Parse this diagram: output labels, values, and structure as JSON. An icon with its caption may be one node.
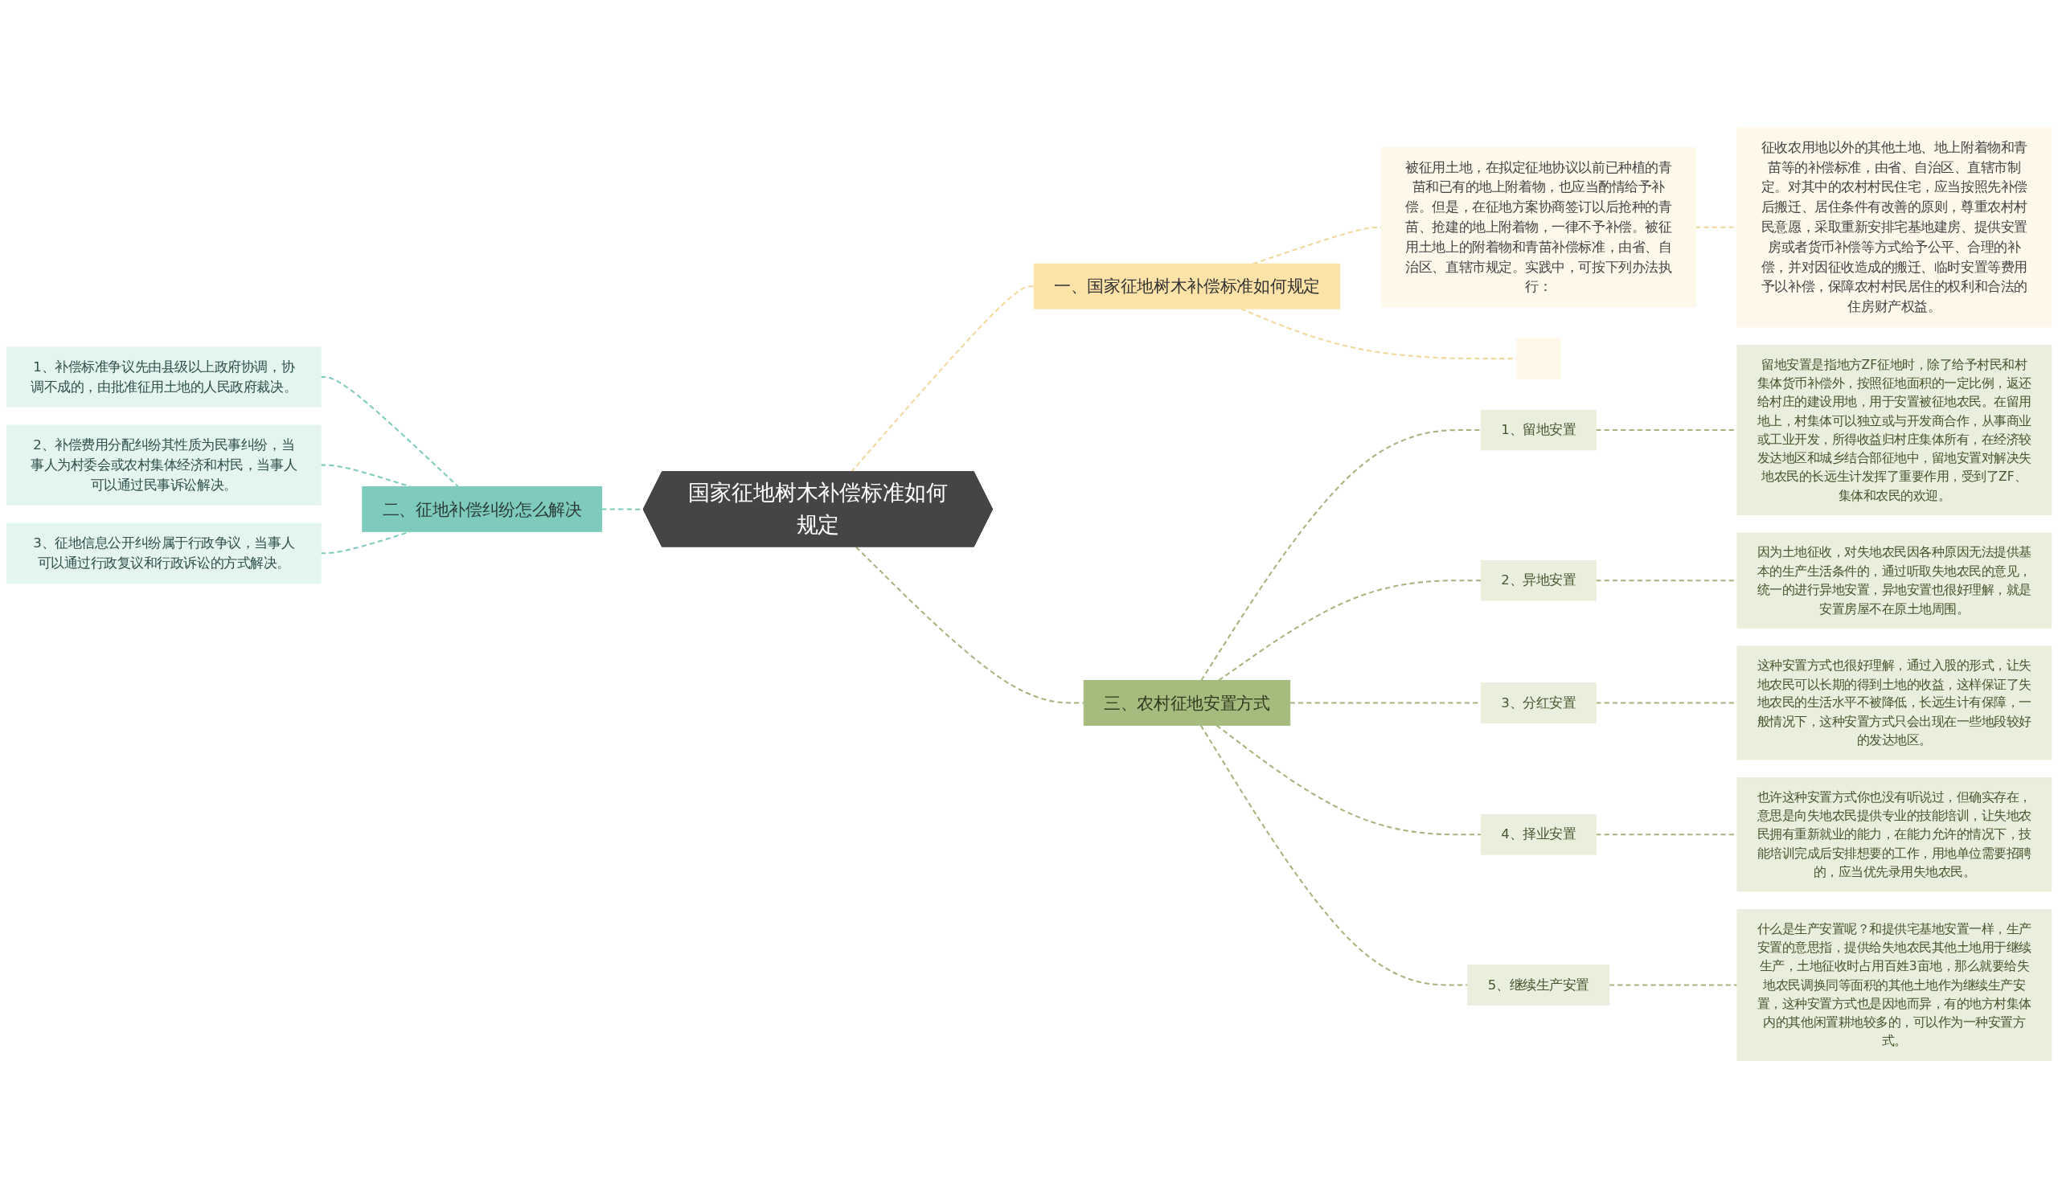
{
  "diagram": {
    "nodes": [
      {
        "text": [
          "国家征地树木补偿标准如何规定"
        ]
      },
      {
        "text": [
          "一、国家征地树木补偿标准如何规定"
        ]
      },
      {
        "text": [
          "被征用土地，在拟定征地协议以前已种植的青苗和已有的地上附着物，也应当酌情给予补偿。但是，在征地方案协商签订以后抢种的青苗、抢建的地上附着物，一律不予补偿。被征用土地上的附着物和青苗补偿标准，由省、自治区、直辖市规定。实践中，可按下列办法执行："
        ]
      },
      {
        "text": [
          "征收农用地以外的其他土地、地上附着物和青苗等的补偿标准，由省、自治区、直辖市制定。对其中的农村村民住宅，应当按照先补偿后搬迁、居住条件有改善的原则，尊重农村村民意愿，采取重新安排宅基地建房、提供安置房或者货币补偿等方式给予公平、合理的补偿，并对因征收造成的搬迁、临时安置等费用予以补偿，保障农村村民居住的权利和合法的住房财产权益。"
        ]
      },
      {
        "text": [],
        "shape": "box"
      },
      {
        "text": [
          "二、征地补偿纠纷怎么解决"
        ]
      },
      {
        "text": [
          "1、补偿标准争议先由县级以上政府协调，协调不成的，由批准征用土地的人民政府裁决。"
        ]
      },
      {
        "text": [
          "2、补偿费用分配纠纷其性质为民事纠纷，当事人为村委会或农村集体经济和村民，当事人可以通过民事诉讼解决。"
        ]
      },
      {
        "text": [
          "3、征地信息公开纠纷属于行政争议，当事人可以通过行政复议和行政诉讼的方式解决。"
        ]
      },
      {
        "text": [
          "三、农村征地安置方式"
        ]
      },
      {
        "text": [
          "1、留地安置"
        ]
      },
      {
        "text": [
          "留地安置是指地方ZF征地时，除了给予村民和村集体货币补偿外，按照征地面积的一定比例，返还给村庄的建设用地，用于安置被征地农民。在留用地上，村集体可以独立或与开发商合作，从事商业或工业开发，所得收益归村庄集体所有，在经济较发达地区和城乡结合部征地中，留地安置对解决失地农民的长远生计发挥了重要作用，受到了ZF、集体和农民的欢迎。"
        ]
      },
      {
        "text": [
          "2、异地安置"
        ]
      },
      {
        "text": [
          "因为土地征收，对失地农民因各种原因无法提供基本的生产生活条件的，通过听取失地农民的意见，统一的进行异地安置，异地安置也很好理解，就是安置房屋不在原土地周围。"
        ]
      },
      {
        "text": [
          "3、分红安置"
        ]
      },
      {
        "text": [
          "这种安置方式也很好理解，通过入股的形式，让失地农民可以长期的得到土地的收益，这样保证了失地农民的生活水平不被降低，长远生计有保障，一般情况下，这种安置方式只会出现在一些地段较好的发达地区。"
        ]
      },
      {
        "text": [
          "4、择业安置"
        ]
      },
      {
        "text": [
          "也许这种安置方式你也没有听说过，但确实存在，意思是向失地农民提供专业的技能培训，让失地农民拥有重新就业的能力，在能力允许的情况下，技能培训完成后安排想要的工作，用地单位需要招聘的，应当优先录用失地农民。"
        ]
      },
      {
        "text": [
          "5、继续生产安置"
        ]
      },
      {
        "text": [
          "什么是生产安置呢？和提供宅基地安置一样，生产安置的意思指，提供给失地农民其他土地用于继续生产，土地征收时占用百姓3亩地，那么就要给失地农民调换同等面积的其他土地作为继续生产安置，这种安置方式也是因地而异，有的地方村集体内的其他闲置耕地较多的，可以作为一种安置方式。"
        ]
      }
    ],
    "edges": [
      {
        "from": 0,
        "to": 1,
        "arrow": "none",
        "style": "dashed",
        "color": "#f0d79a"
      },
      {
        "from": 1,
        "to": 2,
        "arrow": "none",
        "style": "dashed",
        "color": "#f0d79a"
      },
      {
        "from": 2,
        "to": 3,
        "arrow": "none",
        "style": "dashed",
        "color": "#f0d79a"
      },
      {
        "from": 1,
        "to": 4,
        "arrow": "none",
        "style": "dashed",
        "color": "#f0d79a"
      },
      {
        "from": 5,
        "to": 0,
        "arrow": "none",
        "style": "dashed",
        "color": "#7ecbbd"
      },
      {
        "from": 6,
        "to": 5,
        "arrow": "none",
        "style": "dashed",
        "color": "#7ecbbd"
      },
      {
        "from": 7,
        "to": 5,
        "arrow": "none",
        "style": "dashed",
        "color": "#7ecbbd"
      },
      {
        "from": 8,
        "to": 5,
        "arrow": "none",
        "style": "dashed",
        "color": "#7ecbbd"
      },
      {
        "from": 0,
        "to": 9,
        "arrow": "none",
        "style": "dashed"
      },
      {
        "from": 9,
        "to": 10,
        "arrow": "none",
        "style": "dashed"
      },
      {
        "from": 10,
        "to": 11,
        "arrow": "none",
        "style": "dashed"
      },
      {
        "from": 9,
        "to": 12,
        "arrow": "none",
        "style": "dashed"
      },
      {
        "from": 12,
        "to": 13,
        "arrow": "none",
        "style": "dashed"
      },
      {
        "from": 9,
        "to": 14,
        "arrow": "none",
        "style": "dashed"
      },
      {
        "from": 14,
        "to": 15,
        "arrow": "none",
        "style": "dashed"
      },
      {
        "from": 9,
        "to": 16,
        "arrow": "none",
        "style": "dashed"
      },
      {
        "from": 16,
        "to": 17,
        "arrow": "none",
        "style": "dashed"
      },
      {
        "from": 9,
        "to": 18,
        "arrow": "none",
        "style": "dashed"
      },
      {
        "from": 18,
        "to": 19,
        "arrow": "none",
        "style": "dashed"
      }
    ]
  }
}
